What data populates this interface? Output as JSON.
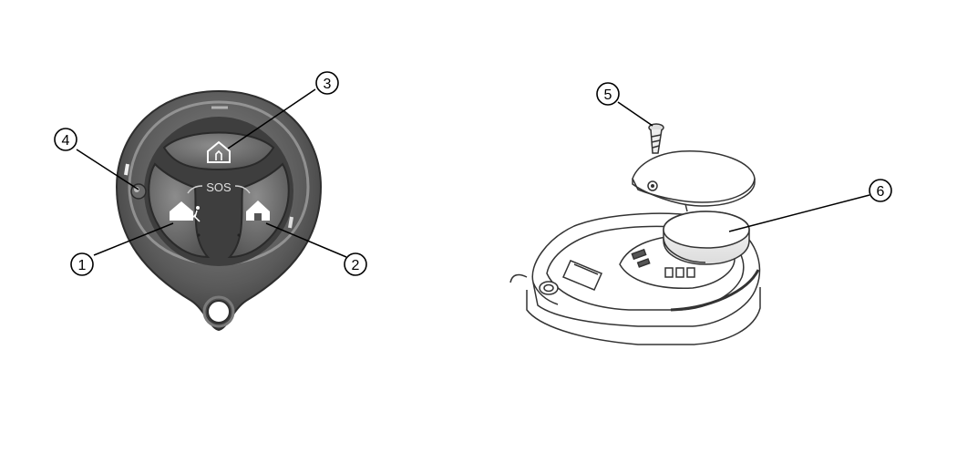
{
  "keyfob": {
    "sos_text": "SOS",
    "callouts": [
      {
        "id": "1",
        "label": "1"
      },
      {
        "id": "2",
        "label": "2"
      },
      {
        "id": "3",
        "label": "3"
      },
      {
        "id": "4",
        "label": "4"
      }
    ]
  },
  "battery_view": {
    "callouts": [
      {
        "id": "5",
        "label": "5"
      },
      {
        "id": "6",
        "label": "6"
      }
    ]
  },
  "colors": {
    "fob_dark": "#4a4a4a",
    "fob_mid": "#6e6e6e",
    "fob_light": "#9a9a9a",
    "icon_white": "#ffffff",
    "line_art": "#333333",
    "callout": "#000000"
  },
  "icons": [
    "home-away-icon",
    "home-stay-icon",
    "home-disarm-icon",
    "led-indicator-icon",
    "screw-icon",
    "coin-battery-icon"
  ]
}
